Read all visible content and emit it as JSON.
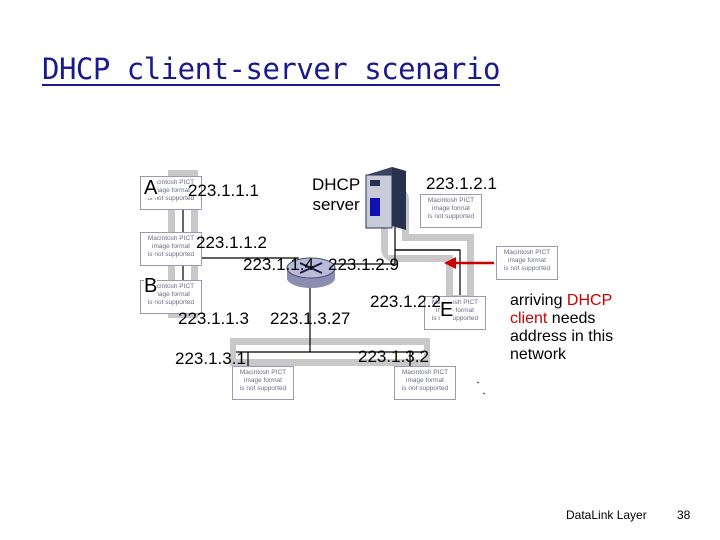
{
  "title": "DHCP client-server scenario",
  "hosts": {
    "a": "A",
    "b": "B",
    "e": "E"
  },
  "server_label": "DHCP\nserver",
  "addresses": {
    "a": "223.1.1.1",
    "a2": "223.1.1.2",
    "r1": "223.1.1.4",
    "r2": "223.1.2.9",
    "srv": "223.1.2.1",
    "e": "223.1.2.2",
    "b": "223.1.1.3",
    "r3": "223.1.3.27",
    "c": "223.1.3.1",
    "d": "223.1.3.2"
  },
  "pict_lines": [
    "Macintosh PICT",
    "image format",
    "is not supported"
  ],
  "note": {
    "arriving": "arriving ",
    "dhcp_client": "DHCP client",
    "rest": " needs address in this network"
  },
  "footer": {
    "course": "DataLink Layer",
    "page": "38"
  },
  "colors": {
    "title": "#1a1a8c",
    "network": "#c8c8c8",
    "arrow": "#cc0000",
    "router": "#b8bcd8"
  }
}
